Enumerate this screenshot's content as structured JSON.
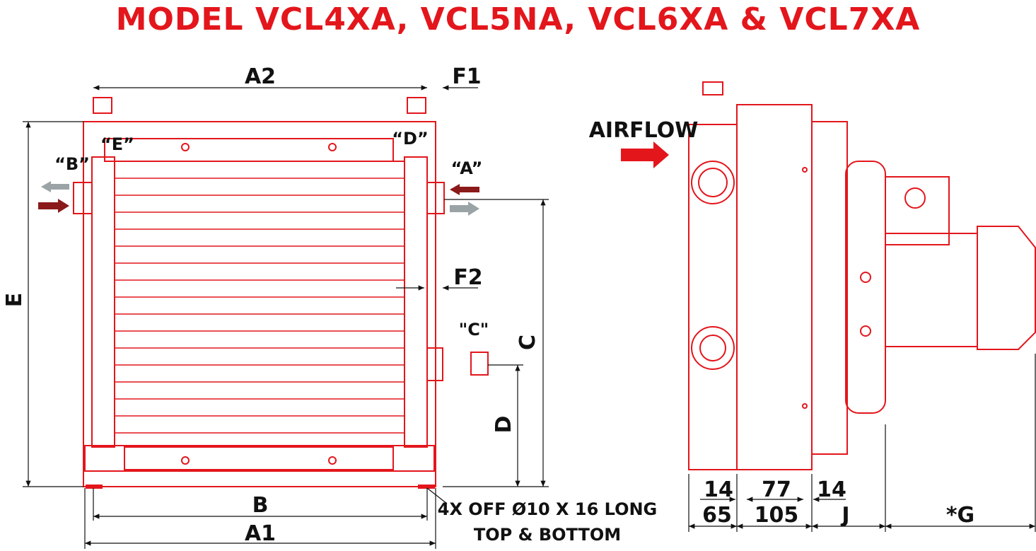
{
  "title": "MODEL VCL4XA, VCL5NA, VCL6XA & VCL7XA",
  "front_view": {
    "labels": {
      "a2": "A2",
      "f1": "F1",
      "f2": "F2",
      "e": "E",
      "c": "C",
      "d": "D",
      "b": "B",
      "a1": "A1"
    },
    "ports": {
      "a": "“A”",
      "b": "“B”",
      "c": "\"C\"",
      "d": "“D”",
      "e": "“E”"
    },
    "note_line1": "4X OFF Ø10 X 16 LONG",
    "note_line2": "TOP & BOTTOM"
  },
  "side_view": {
    "airflow": "AIRFLOW",
    "dims_top": [
      "14",
      "77",
      "14"
    ],
    "dims_bottom": [
      "65",
      "105",
      "J",
      "*G"
    ]
  },
  "colors": {
    "outline": "#e3161c",
    "arrow_in": "#8b1a1a",
    "arrow_out": "#9aa4a6",
    "airflow": "#e3161c",
    "dimension": "#111111"
  }
}
